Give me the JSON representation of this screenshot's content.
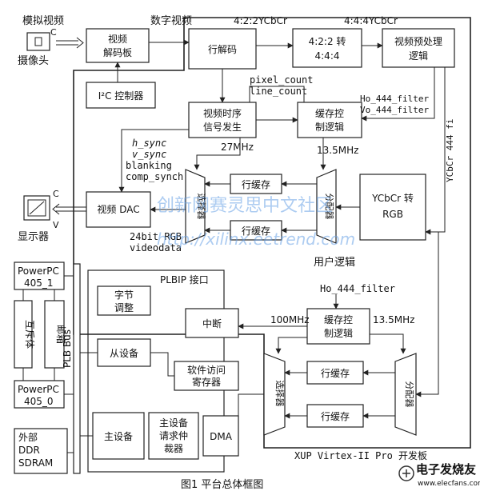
{
  "analog_video": "模拟视频",
  "camera": "摄像头",
  "camera_port": "C",
  "video_decoder": [
    "视频",
    "解码板"
  ],
  "digital_video": "数字视频",
  "fmt_422": "4:2:2YCbCr",
  "fmt_444": "4:4:4YCbCr",
  "line_decode": "行解码",
  "conv_422_444": [
    "4:2:2 转",
    "4:4:4"
  ],
  "video_preprocess": [
    "视频预处理",
    "逻辑"
  ],
  "i2c_controller": "I²C 控制器",
  "pixel_count": "pixel_count",
  "line_count": "line_count",
  "timing_gen": [
    "视频时序",
    "信号发生"
  ],
  "buffer_ctrl_top": [
    "缓存控",
    "制逻辑"
  ],
  "ho_filter_top": "Ho_444_filter",
  "vo_filter": "Vo_444_filter",
  "side_label": "YCbCr 444 fi",
  "h_sync": "h_sync",
  "v_sync": "v_sync",
  "blanking": "blanking",
  "comp_synch": "comp_synch",
  "freq_27": "27MHz",
  "freq_135_top": "13.5MHz",
  "line_buffer": "行缓存",
  "selector": "选择器",
  "distributor": "分配器",
  "ycbcr_rgb": [
    "YCbCr 转",
    "RGB"
  ],
  "video_dac": "视频 DAC",
  "monitor": "显示器",
  "monitor_ports": [
    "C",
    "V"
  ],
  "rgb_bits": "24bit RGB",
  "videodata": "videodata",
  "user_logic": "用户逻辑",
  "ppc_405_1": [
    "PowerPC",
    "405_1"
  ],
  "ppc_405_0": [
    "PowerPC",
    "405_0"
  ],
  "mutex": "互斥体",
  "mailbox": "邮箱",
  "plb_bus": "PLB Bus",
  "plbip": "PLBIP 接口",
  "byte_adjust": [
    "字节",
    "调整"
  ],
  "interrupt": "中断",
  "slave": "从设备",
  "sw_regs": [
    "软件访问",
    "寄存器"
  ],
  "master": "主设备",
  "arbiter": [
    "主设备",
    "请求仲",
    "裁器"
  ],
  "dma": "DMA",
  "ho_filter_bottom": "Ho_444_filter",
  "freq_100": "100MHz",
  "freq_135_bottom": "13.5MHz",
  "buffer_ctrl_bottom": [
    "缓存控",
    "制逻辑"
  ],
  "ext_ddr": [
    "外部",
    "DDR",
    "SDRAM"
  ],
  "board": "XUP Virtex-II Pro 开发板",
  "caption": "图1    平台总体框图",
  "watermark_cn": "创新网赛灵思中文社区",
  "watermark_url": "http://xilinx.eetrend.com",
  "logo_text": "电子发烧友",
  "logo_url": "www.elecfans.com"
}
